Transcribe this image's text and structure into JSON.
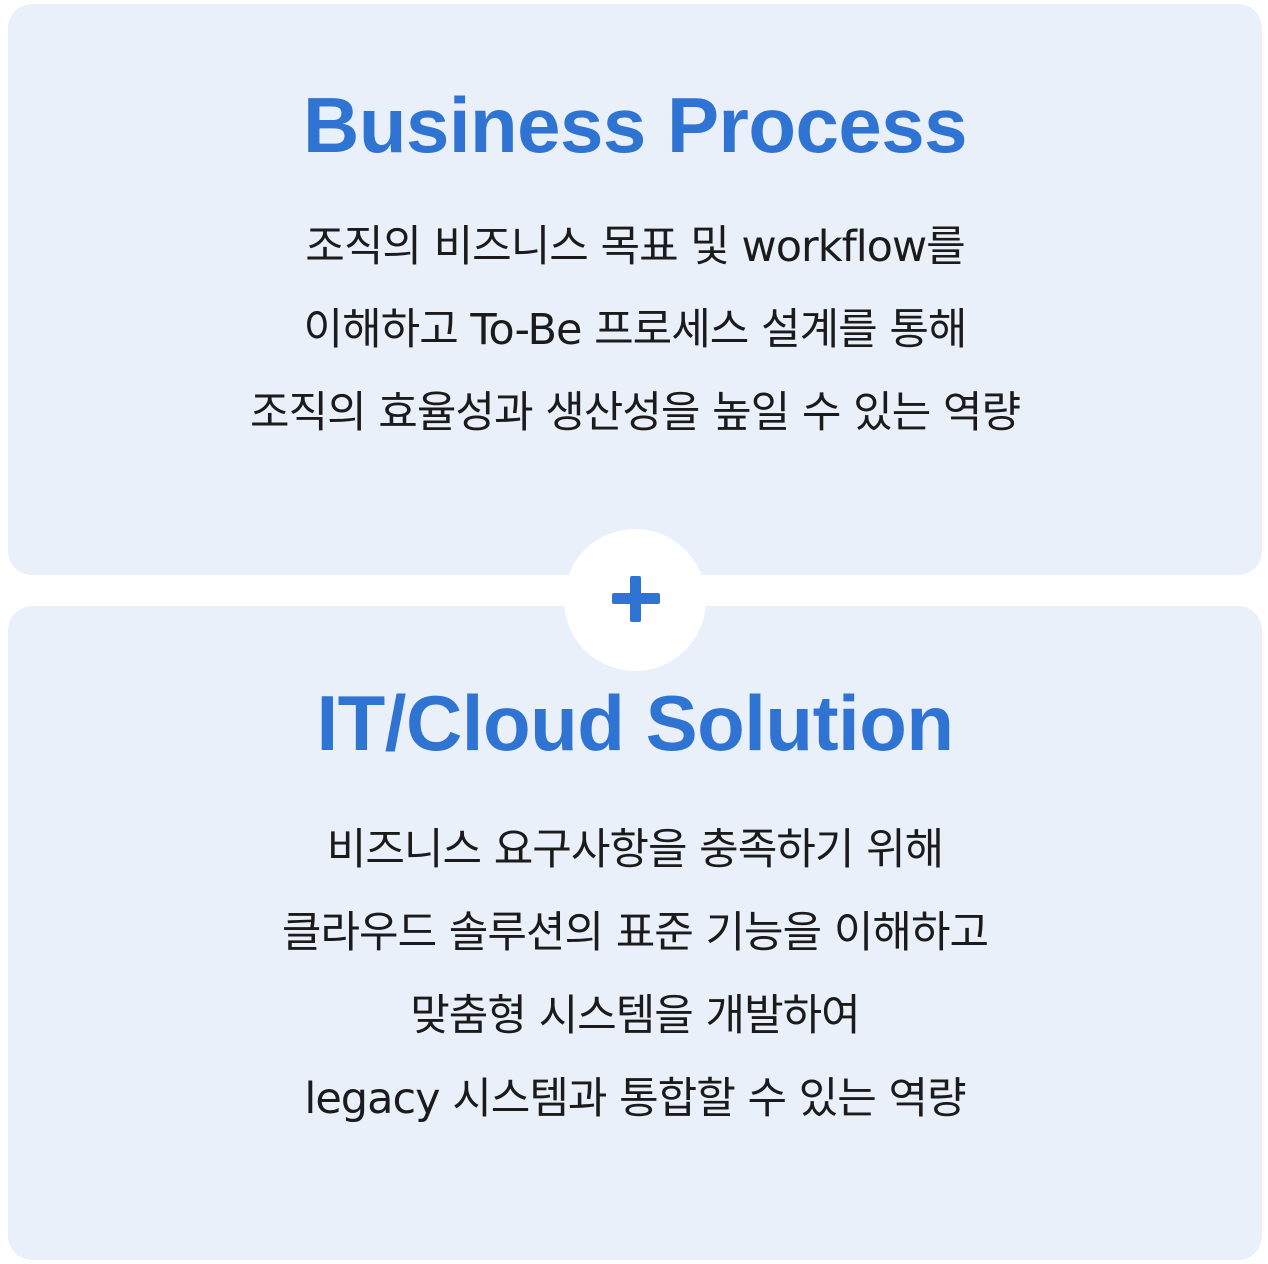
{
  "sections": [
    {
      "title": "Business Process",
      "lines": [
        "조직의 비즈니스 목표 및 workflow를",
        "이해하고 To-Be 프로세스 설계를 통해",
        "조직의 효율성과 생산성을 높일 수 있는 역량"
      ]
    },
    {
      "title": "IT/Cloud Solution",
      "lines": [
        "비즈니스 요구사항을 충족하기 위해",
        "클라우드 솔루션의 표준 기능을 이해하고",
        "맞춤형 시스템을 개발하여",
        "legacy 시스템과 통합할 수 있는 역량"
      ]
    }
  ],
  "connector": {
    "icon": "plus-icon"
  },
  "colors": {
    "accent": "#2f74d2",
    "card_background": "#eaf0fa",
    "text": "#1b1b1b",
    "page_background": "#ffffff"
  }
}
